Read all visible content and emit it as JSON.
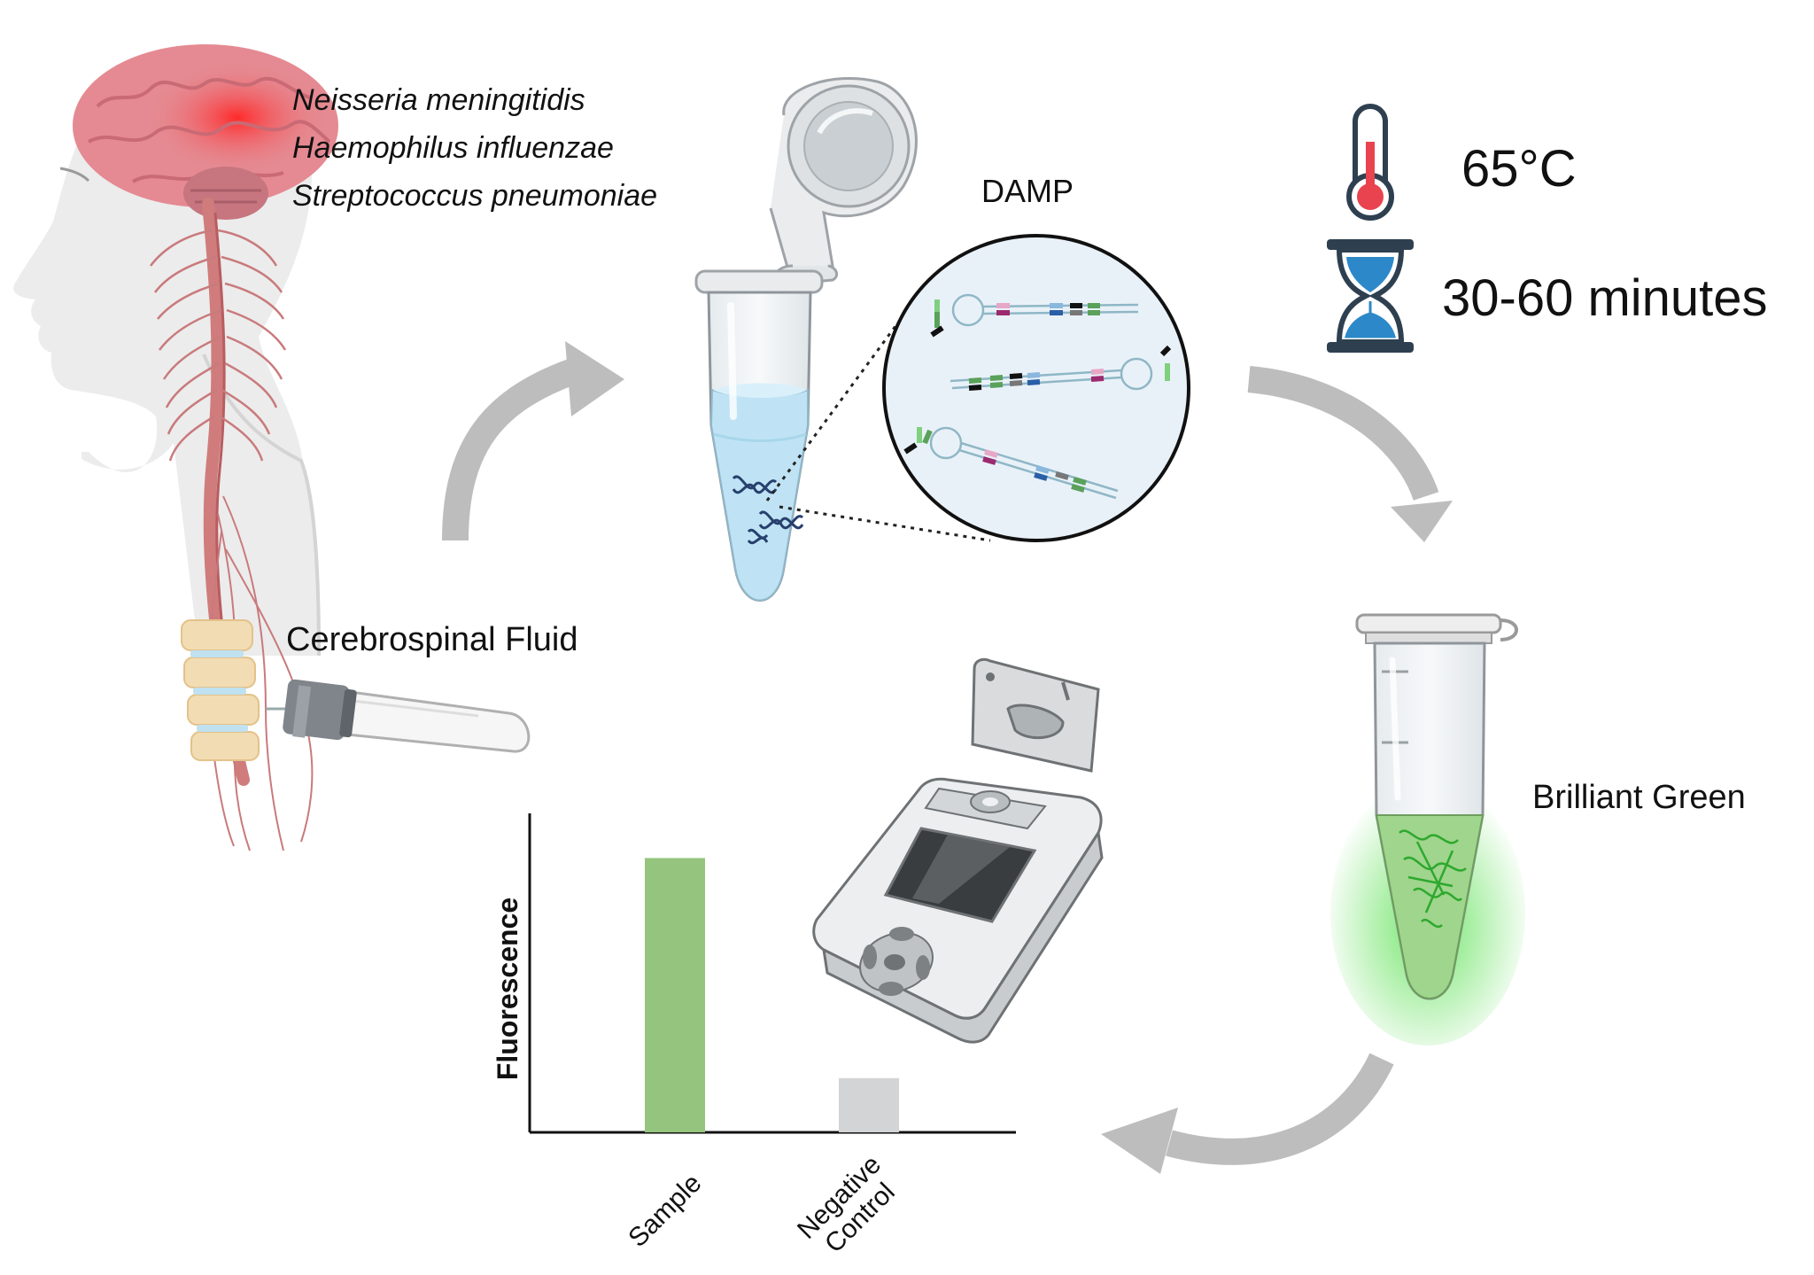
{
  "pathogens": [
    "Neisseria meningitidis",
    "Haemophilus influenzae",
    "Streptococcus pneumoniae"
  ],
  "sample_label": "Cerebrospinal Fluid",
  "method_label": "DAMP",
  "temperature": "65°C",
  "duration": "30-60 minutes",
  "dye_label": "Brilliant Green",
  "colors": {
    "arrow": "#bdbdbd",
    "liquid_blue": "#bfe3f5",
    "glow_green": "#4fd14a",
    "bar_sample": "#94c47d",
    "bar_control": "#d3d4d6",
    "thermo_red": "#e8434f",
    "hourglass_blue": "#2d88c9",
    "hourglass_frame": "#2e4050"
  },
  "icons": [
    "brain-icon",
    "spine-icon",
    "collection-tube-icon",
    "microtube-icon",
    "thermometer-icon",
    "hourglass-icon",
    "fluorometer-icon",
    "dna-icon"
  ],
  "chart_data": {
    "type": "bar",
    "categories": [
      "Sample",
      "Negative\nControl"
    ],
    "values": [
      0.86,
      0.17
    ],
    "ylabel": "Fluorescence",
    "ylim": [
      0,
      1
    ],
    "grid": false,
    "legend": "none"
  }
}
